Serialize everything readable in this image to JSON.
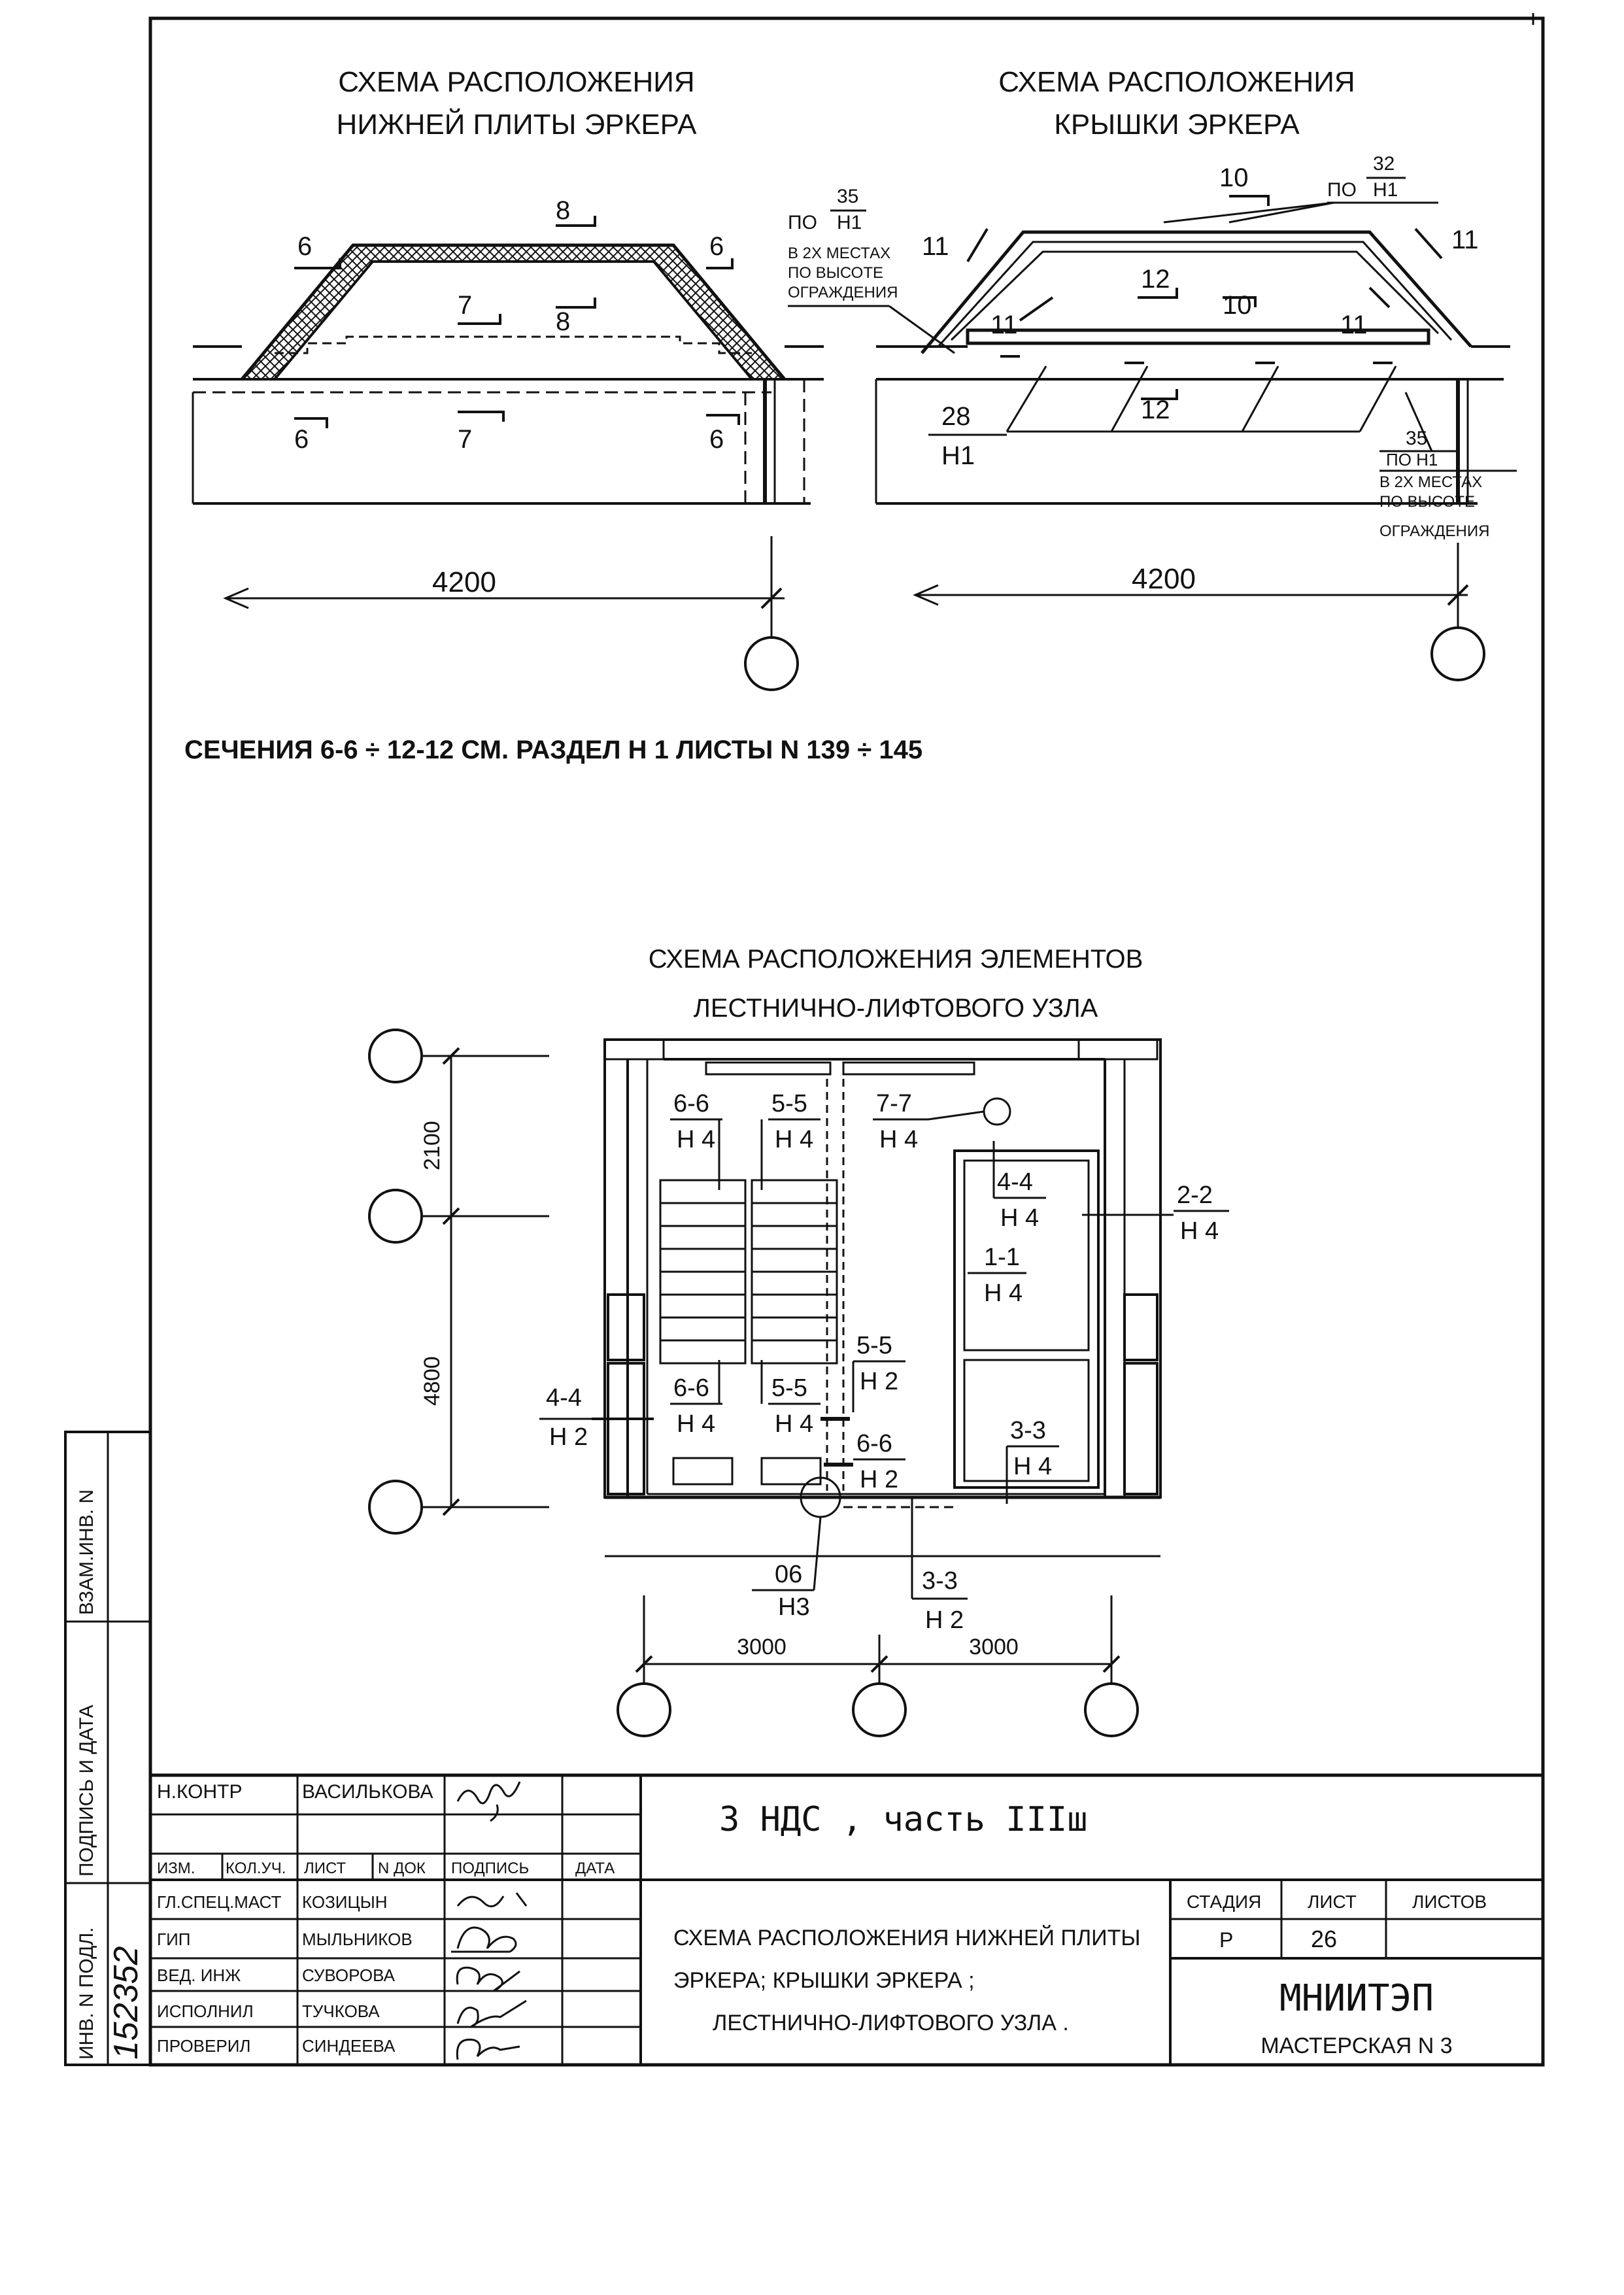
{
  "top_left": {
    "title_line1": "СХЕМА РАСПОЛОЖЕНИЯ",
    "title_line2": "НИЖНЕЙ ПЛИТЫ ЭРКЕРА",
    "section_marks": [
      "6",
      "8",
      "6",
      "7",
      "8",
      "6",
      "7",
      "6"
    ],
    "dimension": "4200"
  },
  "top_right": {
    "title_line1": "СХЕМА РАСПОЛОЖЕНИЯ",
    "title_line2": "КРЫШКИ ЭРКЕРА",
    "section_marks": [
      "10",
      "11",
      "11",
      "12",
      "10",
      "11",
      "11",
      "12"
    ],
    "ref_left_top": "ПО",
    "ref_left_num": "35",
    "ref_left_den": "Н1",
    "ref_left_note": [
      "В 2Х МЕСТАХ",
      "ПО ВЫСОТЕ",
      "ОГРАЖДЕНИЯ"
    ],
    "ref_top_po": "ПО",
    "ref_top_num": "32",
    "ref_top_den": "Н1",
    "ref_bottom_num": "28",
    "ref_bottom_den": "Н1",
    "ref_right_num": "35",
    "ref_right_po": "ПО Н1",
    "ref_right_note": [
      "В 2Х МЕСТАХ",
      "ПО ВЫСОТЕ",
      "ОГРАЖДЕНИЯ"
    ],
    "dimension": "4200"
  },
  "sections_note": "СЕЧЕНИЯ 6-6 ÷ 12-12 СМ. РАЗДЕЛ Н 1 ЛИСТЫ N  139 ÷ 145",
  "stair": {
    "title_line1": "СХЕМА РАСПОЛОЖЕНИЯ ЭЛЕМЕНТОВ",
    "title_line2": "ЛЕСТНИЧНО-ЛИФТОВОГО УЗЛА",
    "dim_2100": "2100",
    "dim_4800": "4800",
    "dim_3000_left": "3000",
    "dim_3000_right": "3000",
    "labels": [
      {
        "num": "6-6",
        "den": "Н 4"
      },
      {
        "num": "5-5",
        "den": "Н 4"
      },
      {
        "num": "7-7",
        "den": "Н 4"
      },
      {
        "num": "4-4",
        "den": "Н 4"
      },
      {
        "num": "2-2",
        "den": "Н 4"
      },
      {
        "num": "1-1",
        "den": "Н 4"
      },
      {
        "num": "5-5",
        "den": "Н 2"
      },
      {
        "num": "6-6",
        "den": "Н 4"
      },
      {
        "num": "5-5",
        "den": "Н 4"
      },
      {
        "num": "4-4",
        "den": "Н 2"
      },
      {
        "num": "3-3",
        "den": "Н 4"
      },
      {
        "num": "6-6",
        "den": "Н 2"
      },
      {
        "num": "06",
        "den": "Н3"
      },
      {
        "num": "3-3",
        "den": "Н 2"
      }
    ]
  },
  "side_stamp": {
    "vzam": "ВЗАМ.ИНВ. N",
    "podp": "ПОДПИСЬ И ДАТА",
    "inv": "ИНВ. N ПОДЛ.",
    "inv_value": "152352"
  },
  "title_block": {
    "n_kontr": "Н.КОНТР",
    "n_kontr_name": "ВАСИЛЬКОВА",
    "header_cells": [
      "ИЗМ.",
      "КОЛ.УЧ.",
      "ЛИСТ",
      "N ДОК",
      "ПОДПИСЬ",
      "ДАТА"
    ],
    "roles": [
      {
        "role": "ГЛ.СПЕЦ.МАСТ",
        "name": "КОЗИЦЫН"
      },
      {
        "role": "ГИП",
        "name": "МЫЛЬНИКОВ"
      },
      {
        "role": "ВЕД. ИНЖ",
        "name": "СУВОРОВА"
      },
      {
        "role": "ИСПОЛНИЛ",
        "name": "ТУЧКОВА"
      },
      {
        "role": "ПРОВЕРИЛ",
        "name": "СИНДЕЕВА"
      }
    ],
    "project": "3 НДС , часть IIIш",
    "sheet_title_lines": [
      "СХЕМА РАСПОЛОЖЕНИЯ НИЖНЕЙ ПЛИТЫ",
      "ЭРКЕРА; КРЫШКИ ЭРКЕРА ;",
      "ЛЕСТНИЧНО-ЛИФТОВОГО УЗЛА ."
    ],
    "stage_label": "СТАДИЯ",
    "sheet_label": "ЛИСТ",
    "sheets_label": "ЛИСТОВ",
    "stage_value": "Р",
    "sheet_value": "26",
    "sheets_value": "",
    "org": "МНИИТЭП",
    "workshop": "МАСТЕРСКАЯ N 3"
  }
}
